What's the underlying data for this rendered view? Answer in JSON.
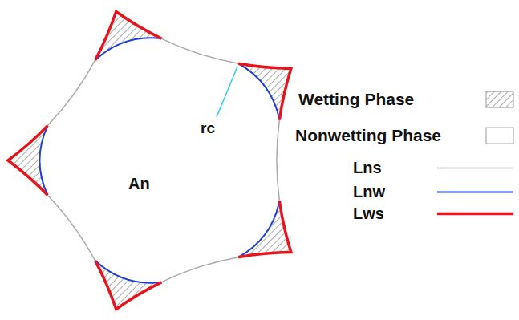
{
  "diagram": {
    "labels": [
      "rc",
      "An"
    ],
    "legend": [
      {
        "text": "Wetting Phase"
      },
      {
        "text": "Nonwetting Phase",
        "color": "#ffffff"
      },
      {
        "text": "Lns"
      },
      {
        "text": "Lnw"
      },
      {
        "text": "Lws"
      }
    ]
  }
}
